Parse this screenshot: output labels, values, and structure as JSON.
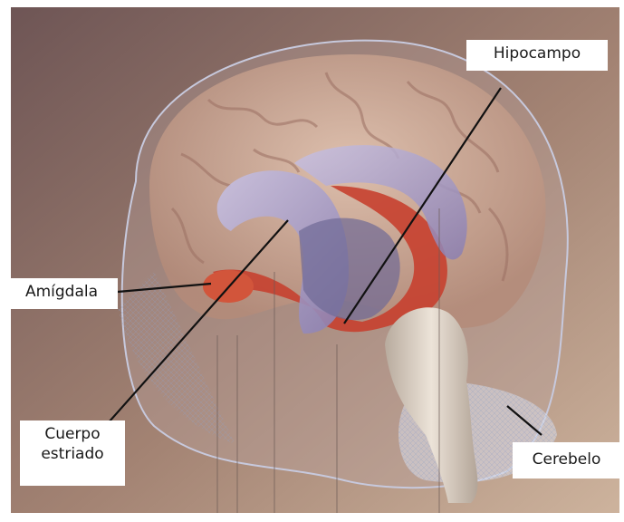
{
  "labels": {
    "hipocampo": "Hipocampo",
    "amigdala": "Amígdala",
    "cuerpo_line1": "Cuerpo",
    "cuerpo_line2": "estriado",
    "cerebelo": "Cerebelo"
  },
  "colors": {
    "background_top": "#7a5f5d",
    "background_bottom": "#c7ad99",
    "cortex": "#d8b8a6",
    "caudate": "#a89ec8",
    "hippocampus": "#c8402f",
    "brainstem": "#d9cdbf",
    "skull_mesh": "#8da2c6"
  }
}
